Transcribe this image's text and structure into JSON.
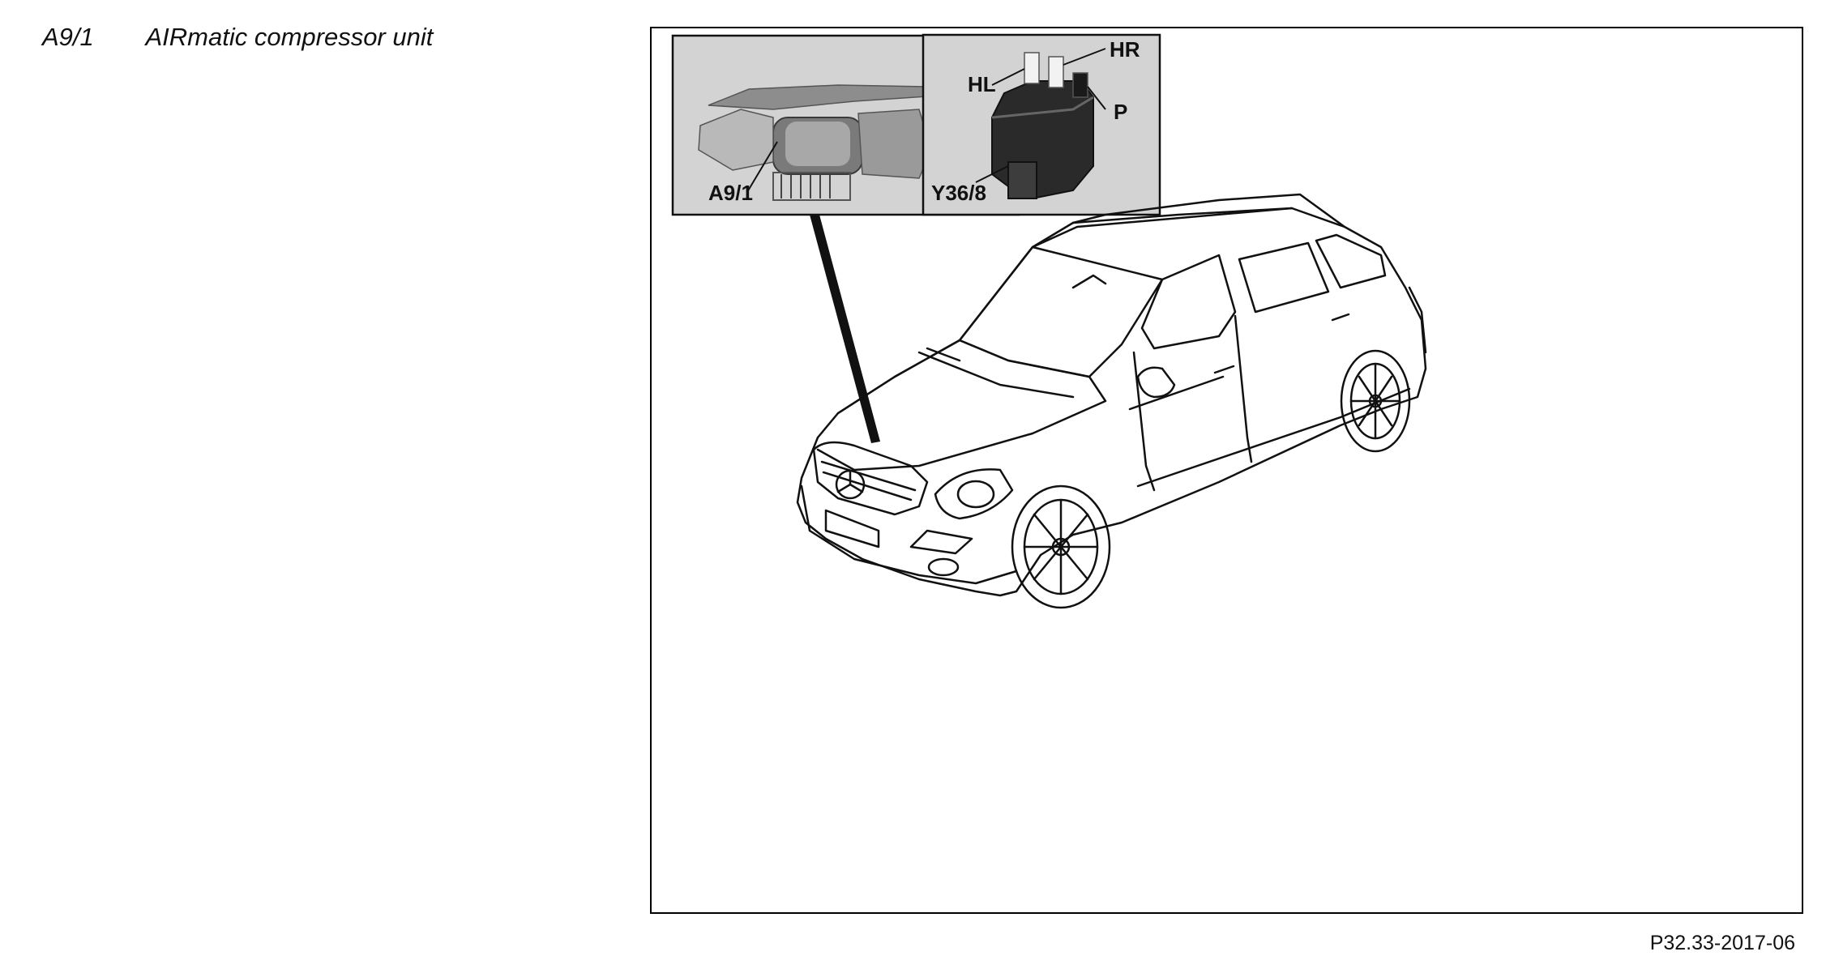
{
  "legend": {
    "code": "A9/1",
    "description": "AIRmatic compressor unit"
  },
  "figure": {
    "callouts": {
      "compressor": "A9/1",
      "valve_block": "Y36/8",
      "rear_left": "HL",
      "rear_right": "HR",
      "pressure": "P"
    }
  },
  "reference": "P32.33-2017-06"
}
